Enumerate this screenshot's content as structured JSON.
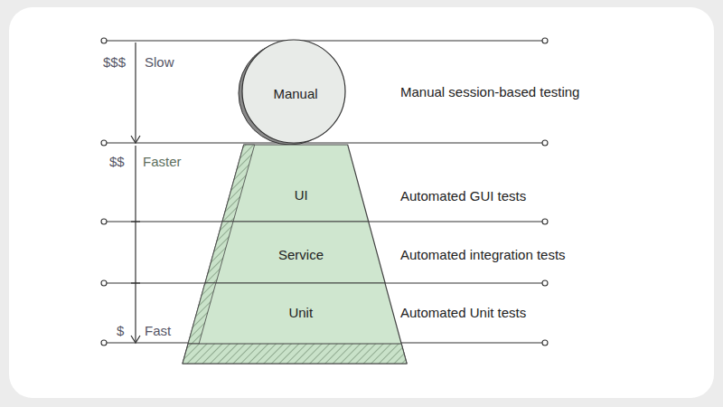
{
  "diagram": {
    "nodes": [
      {
        "text": [
          "Manual"
        ]
      },
      {
        "text": [
          "UI"
        ]
      },
      {
        "text": [
          "Service"
        ]
      },
      {
        "text": [
          "Unit"
        ]
      }
    ],
    "labels": [
      "$$$",
      "Slow",
      "$$",
      "Faster",
      "$",
      "Fast",
      "Manual session-based testing",
      "Automated GUI tests",
      "Automated integration tests",
      "Automated Unit tests"
    ]
  }
}
